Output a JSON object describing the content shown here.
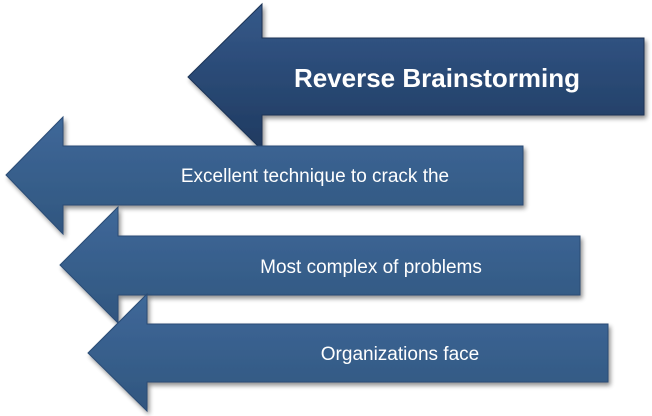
{
  "diagram": {
    "title": "Reverse Brainstorming",
    "items": [
      "Excellent technique to crack the",
      "Most complex of problems",
      "Organizations face"
    ]
  },
  "colors": {
    "title_arrow_light": "#2e4f7a",
    "title_arrow_dark": "#1f3a60",
    "item_arrow": "#3a6294",
    "item_arrow_dark": "#30557f",
    "text": "#ffffff"
  }
}
